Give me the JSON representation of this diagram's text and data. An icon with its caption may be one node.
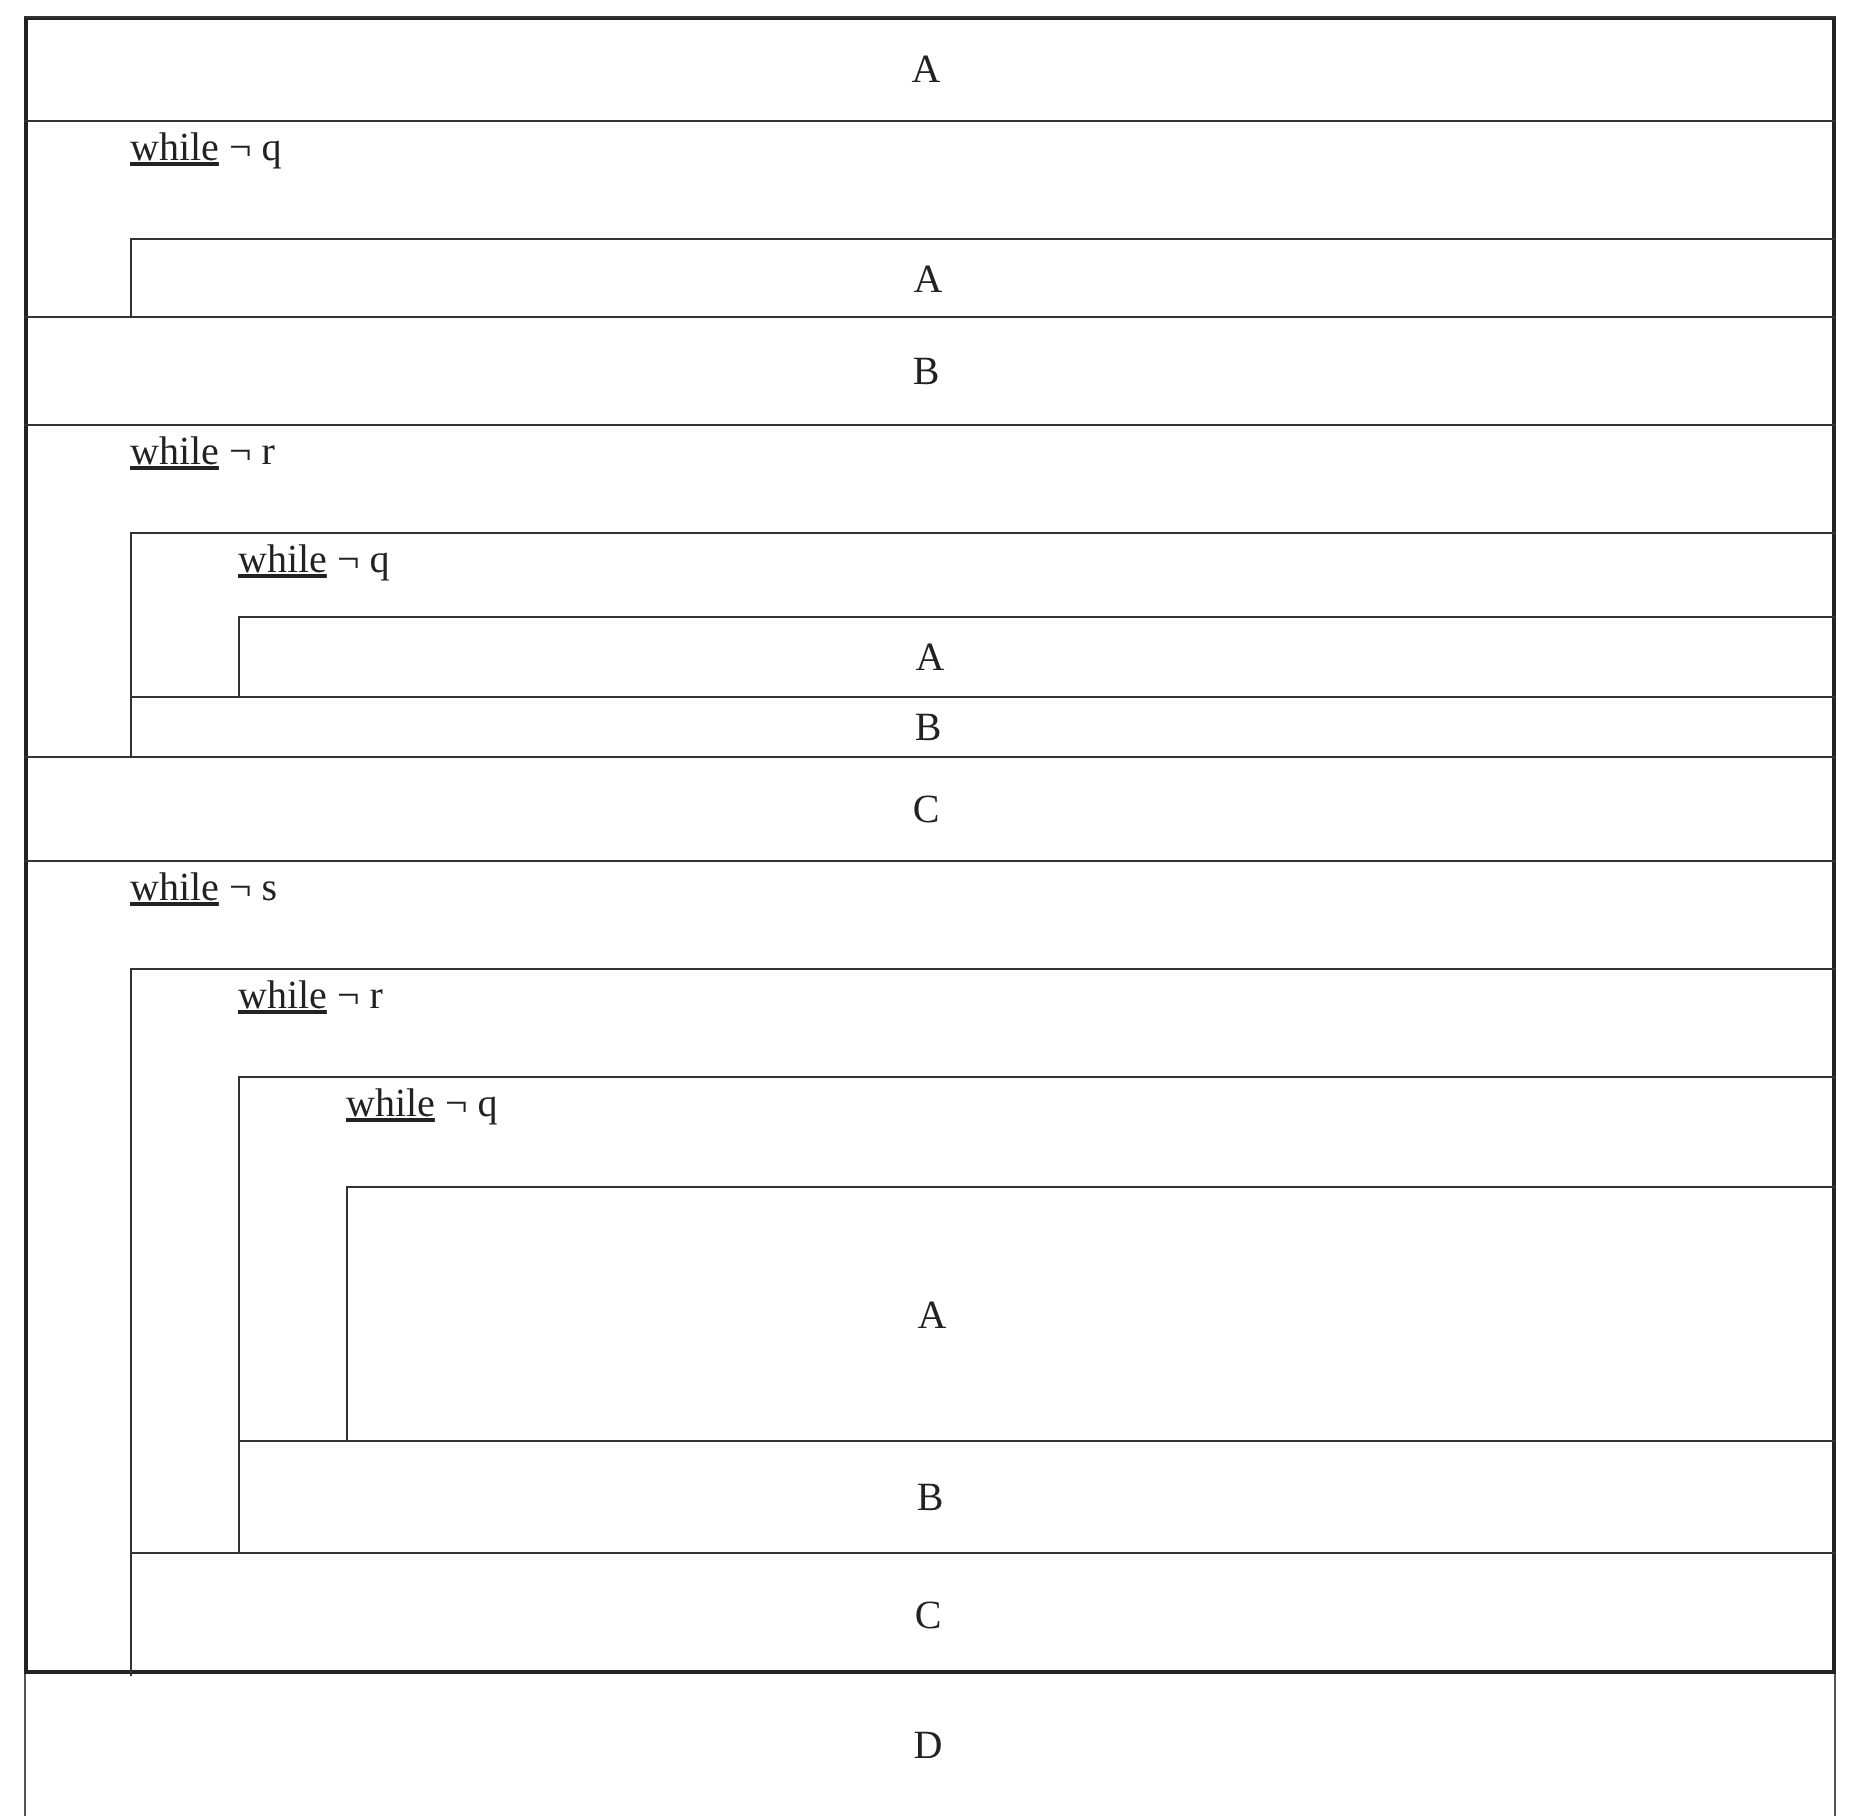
{
  "diagram": {
    "nodes": [
      {
        "text": [
          "A"
        ]
      },
      {
        "text": [
          "while ¬ q"
        ]
      },
      {
        "text": [
          "A"
        ],
        "in": 1
      },
      {
        "text": [
          "B"
        ]
      },
      {
        "text": [
          "while ¬ r"
        ]
      },
      {
        "text": [
          "while ¬ q"
        ],
        "in": 4
      },
      {
        "text": [
          "A"
        ],
        "in": 5
      },
      {
        "text": [
          "B"
        ],
        "in": 4
      },
      {
        "text": [
          "C"
        ]
      },
      {
        "text": [
          "while ¬ s"
        ]
      },
      {
        "text": [
          "while ¬ r"
        ],
        "in": 9
      },
      {
        "text": [
          "while ¬ q"
        ],
        "in": 10
      },
      {
        "text": [
          "A"
        ],
        "in": 11
      },
      {
        "text": [
          "B"
        ],
        "in": 10
      },
      {
        "text": [
          "C"
        ],
        "in": 9
      },
      {
        "text": [
          "D"
        ]
      }
    ]
  }
}
